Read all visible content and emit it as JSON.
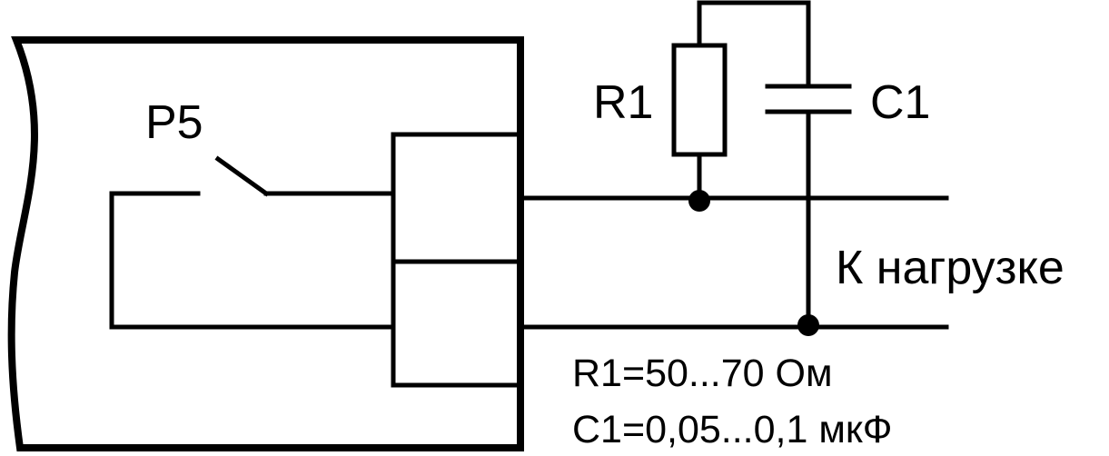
{
  "labels": {
    "relay": "Р5",
    "resistor": "R1",
    "capacitor": "С1",
    "load": "К нагрузке",
    "r1_value": "R1=50...70 Ом",
    "c1_value": "С1=0,05...0,1 мкФ"
  },
  "colors": {
    "line": "#000000",
    "background": "#ffffff"
  }
}
